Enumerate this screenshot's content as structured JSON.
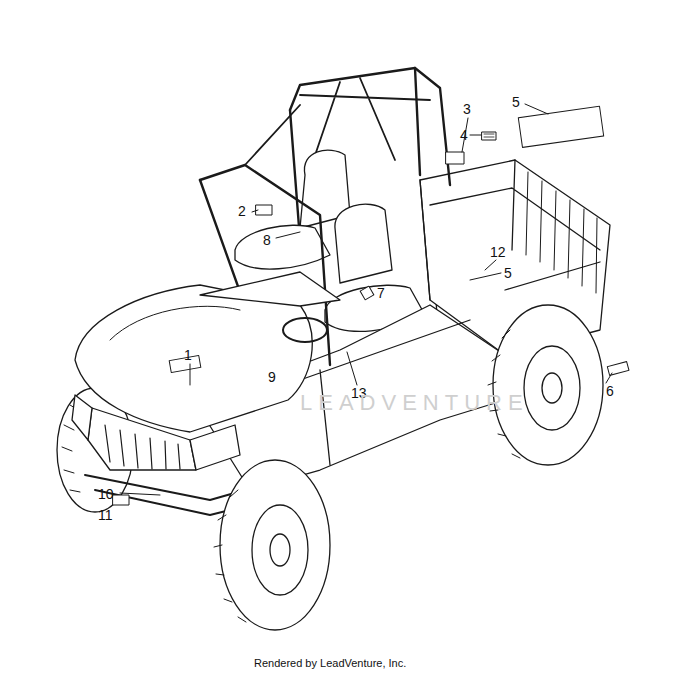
{
  "diagram": {
    "caption": "Rendered by LeadVenture, Inc.",
    "labels": [
      "1",
      "2",
      "3",
      "4",
      "5",
      "5",
      "6",
      "7",
      "8",
      "9",
      "10",
      "11",
      "12",
      "13",
      "LEADVENTURE"
    ]
  }
}
